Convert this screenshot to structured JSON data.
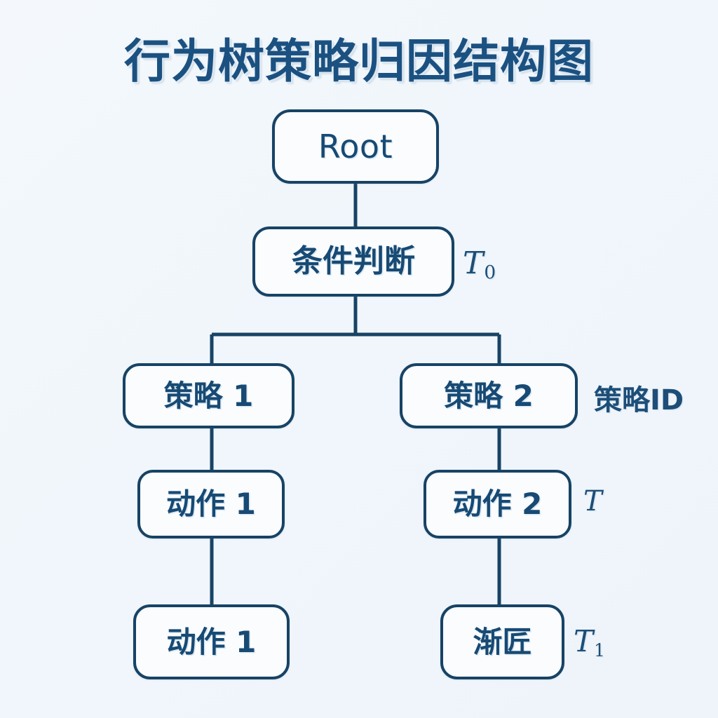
{
  "diagram": {
    "title": "行为树策略归因结构图",
    "background_color": "#f1f7fb",
    "accent_color": "#174365",
    "text_color": "#174a74",
    "node_fill": "#fafcfe",
    "nodes": {
      "root": {
        "label": "Root"
      },
      "cond": {
        "label": "条件判断"
      },
      "policy1": {
        "label": "策略 1"
      },
      "policy2": {
        "label": "策略 2"
      },
      "action1": {
        "label": "动作 1"
      },
      "action2": {
        "label": "动作 2"
      },
      "leaf1": {
        "label": "动作 1"
      },
      "leaf2": {
        "label": "渐匠"
      }
    },
    "annotations": {
      "t0": {
        "symbol": "T",
        "subscript": "0"
      },
      "policy_id": {
        "text": "策略ID"
      },
      "t": {
        "symbol": "T",
        "subscript": ""
      },
      "t1": {
        "symbol": "T",
        "subscript": "1"
      }
    }
  }
}
